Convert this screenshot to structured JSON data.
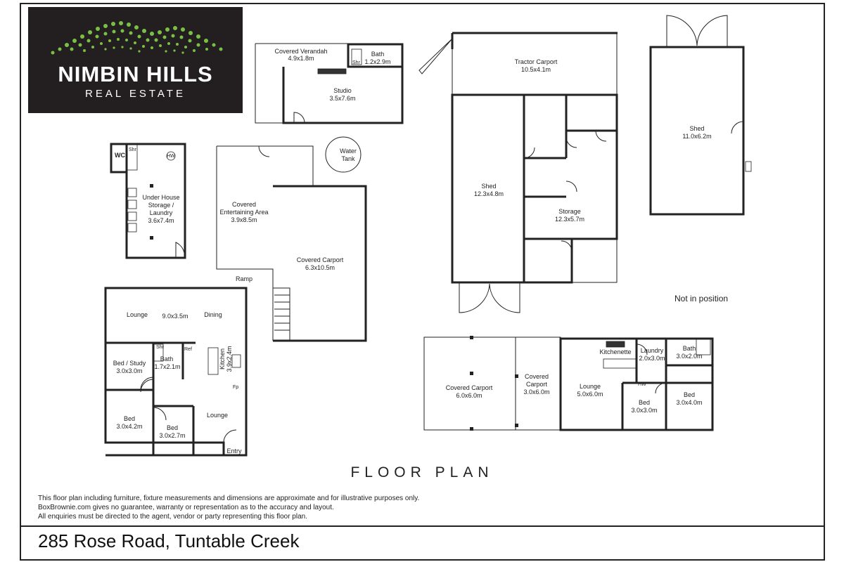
{
  "logo": {
    "name": "NIMBIN HILLS",
    "sub": "REAL ESTATE"
  },
  "rooms": {
    "covered_verandah": {
      "name": "Covered Verandah",
      "dim": "4.9x1.8m"
    },
    "bath_studio": {
      "name": "Bath",
      "dim": "1.2x2.9m",
      "shr": "Shr"
    },
    "studio": {
      "name": "Studio",
      "dim": "3.5x7.6m"
    },
    "tractor_carport": {
      "name": "Tractor Carport",
      "dim": "10.5x4.1m"
    },
    "shed_right": {
      "name": "Shed",
      "dim": "11.0x6.2m"
    },
    "wc": {
      "name": "WC",
      "shr": "Shr",
      "hw": "HW"
    },
    "under_house": {
      "line1": "Under House",
      "line2": "Storage /",
      "line3": "Laundry",
      "dim": "3.6x7.4m"
    },
    "water_tank": {
      "line1": "Water",
      "line2": "Tank"
    },
    "covered_entertaining": {
      "line1": "Covered",
      "line2": "Entertaining Area",
      "dim": "3.9x8.5m"
    },
    "ramp": {
      "name": "Ramp"
    },
    "covered_carport_main": {
      "name": "Covered Carport",
      "dim": "6.3x10.5m"
    },
    "shed_middle": {
      "name": "Shed",
      "dim": "12.3x4.8m"
    },
    "storage": {
      "name": "Storage",
      "dim": "12.3x5.7m"
    },
    "lounge_dining": {
      "lounge": "Lounge",
      "dim": "9.0x3.5m",
      "dining": "Dining"
    },
    "bed_study": {
      "name": "Bed / Study",
      "dim": "3.0x3.0m"
    },
    "bath_house": {
      "name": "Bath",
      "dim": "1.7x2.1m",
      "shr": "Shr",
      "ref": "Ref"
    },
    "kitchen": {
      "name": "Kitchen",
      "dim": "3.9x2.4m",
      "fp": "Fp"
    },
    "bed_a": {
      "name": "Bed",
      "dim": "3.0x4.2m"
    },
    "bed_b": {
      "name": "Bed",
      "dim": "3.0x2.7m"
    },
    "lounge_house": {
      "name": "Lounge"
    },
    "entry": {
      "name": "Entry"
    },
    "covered_carport_a": {
      "name": "Covered Carport",
      "dim": "6.0x6.0m"
    },
    "covered_carport_b": {
      "line1": "Covered",
      "line2": "Carport",
      "dim": "3.0x6.0m"
    },
    "kitchenette": {
      "name": "Kitchenette"
    },
    "laundry": {
      "name": "Laundry",
      "dim": "2.0x3.0m",
      "hw": "HW"
    },
    "bath_cabin": {
      "name": "Bath",
      "dim": "3.0x2.0m"
    },
    "lounge_cabin": {
      "name": "Lounge",
      "dim": "5.0x6.0m"
    },
    "bed_c": {
      "name": "Bed",
      "dim": "3.0x3.0m"
    },
    "bed_d": {
      "name": "Bed",
      "dim": "3.0x4.0m"
    }
  },
  "notes": {
    "not_in_position": "Not in position"
  },
  "title": "FLOOR PLAN",
  "disclaimer": [
    "This floor plan including furniture, fixture measurements and dimensions are approximate and for illustrative purposes only.",
    "BoxBrownie.com gives no guarantee, warranty or representation as to the accuracy and layout.",
    "All enquiries must be directed to the agent, vendor or party representing this floor plan."
  ],
  "address": "285 Rose Road, Tuntable Creek"
}
